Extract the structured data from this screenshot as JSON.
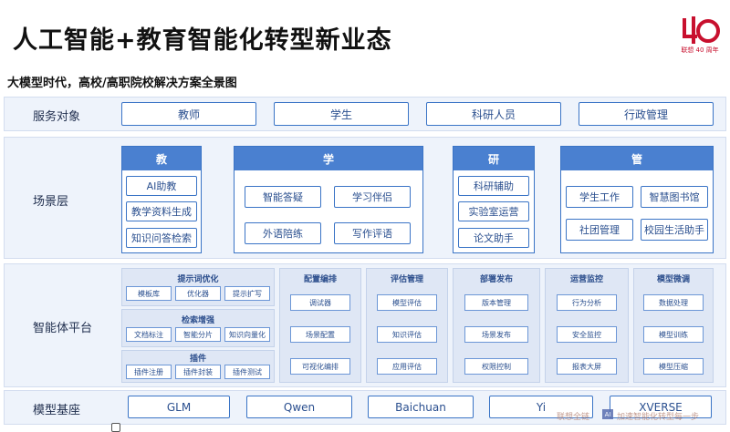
{
  "title": "人工智能+教育智能化转型新业态",
  "subtitle": "大模型时代，高校/高职院校解决方案全景图",
  "logo": {
    "mark": "4",
    "caption": "联想 40 周年",
    "brand_color": "#c8102e"
  },
  "service_layer": {
    "label": "服务对象",
    "items": [
      "教师",
      "学生",
      "科研人员",
      "行政管理"
    ]
  },
  "scene_layer": {
    "label": "场景层",
    "groups": [
      {
        "title": "教",
        "items": [
          "AI助教",
          "教学资料生成",
          "知识问答检索"
        ]
      },
      {
        "title": "学",
        "items": [
          "智能答疑",
          "学习伴侣",
          "外语陪练",
          "写作评语"
        ]
      },
      {
        "title": "研",
        "items": [
          "科研辅助",
          "实验室运营",
          "论文助手"
        ]
      },
      {
        "title": "管",
        "items": [
          "学生工作",
          "智慧图书馆",
          "社团管理",
          "校园生活助手"
        ]
      }
    ]
  },
  "platform_layer": {
    "label": "智能体平台",
    "left_blocks": [
      {
        "title": "提示词优化",
        "items": [
          "模板库",
          "优化器",
          "提示扩写"
        ]
      },
      {
        "title": "检索增强",
        "items": [
          "文档标注",
          "智能分片",
          "知识向量化"
        ]
      },
      {
        "title": "插件",
        "items": [
          "插件注册",
          "插件封装",
          "插件测试"
        ]
      }
    ],
    "columns": [
      {
        "title": "配置编排",
        "items": [
          "调试器",
          "场景配置",
          "可视化编排"
        ]
      },
      {
        "title": "评估管理",
        "items": [
          "模型评估",
          "知识评估",
          "应用评估"
        ]
      },
      {
        "title": "部署发布",
        "items": [
          "版本管理",
          "场景发布",
          "权限控制"
        ]
      },
      {
        "title": "运营监控",
        "items": [
          "行为分析",
          "安全监控",
          "报表大屏"
        ]
      },
      {
        "title": "模型微调",
        "items": [
          "数据处理",
          "模型训练",
          "模型压缩"
        ]
      }
    ]
  },
  "model_layer": {
    "label": "模型基座",
    "items": [
      "GLM",
      "Qwen",
      "Baichuan",
      "Yi",
      "XVERSE"
    ]
  },
  "watermark": {
    "brand": "联想全链",
    "mark": "AI",
    "text": "加速智能化转型每一步"
  }
}
